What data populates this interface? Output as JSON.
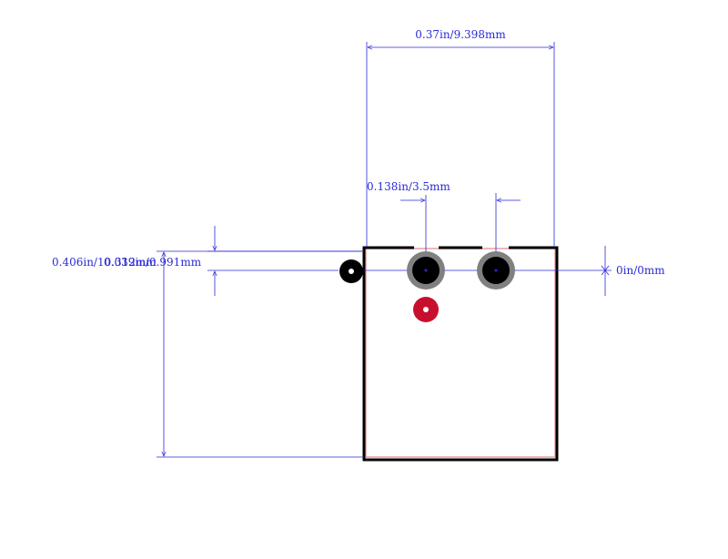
{
  "colors": {
    "dimension": "#2a2ad6",
    "outline": "#000000",
    "courtyard": "#e8a0a0",
    "pad_ring": "#808080",
    "pad_core": "#000000",
    "marker": "#c8102e",
    "hole": "#ffffff"
  },
  "dimensions": {
    "overall_width": "0.37in/9.398mm",
    "pin_pitch": "0.138in/3.5mm",
    "overall_height": "0.406in/10.312mm",
    "pin_row_offset": "0.039in/0.991mm",
    "vertical_offset": "0in/0mm"
  }
}
